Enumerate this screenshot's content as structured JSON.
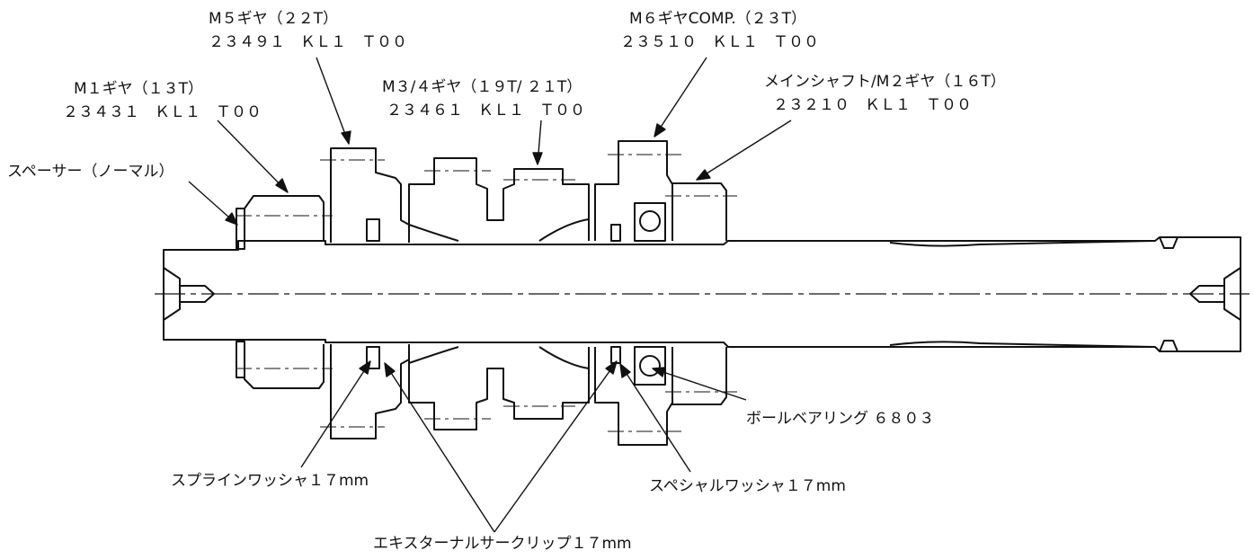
{
  "colors": {
    "line": "#111111",
    "background": "#ffffff"
  },
  "labels": {
    "m5_gear_name": "M５ギヤ（２２T）",
    "m5_gear_part": "２３４９１　ＫＬ１　Ｔ００",
    "m6_gear_name": "M６ギヤCOMP.（２３T）",
    "m6_gear_part": "２３５１０　ＫＬ１　Ｔ００",
    "m1_gear_name": "M１ギヤ（１３T）",
    "m1_gear_part": "２３４３１　ＫＬ１　Ｔ００",
    "m34_gear_name": "M３/４ギヤ（１９T/ ２１T）",
    "m34_gear_part": "２３４６１　ＫＬ１　Ｔ００",
    "mainshaft_name": "メインシャフト/M２ギヤ（１６T）",
    "mainshaft_part": "２３２１０　ＫＬ１　Ｔ００",
    "spacer": "スペーサー（ノーマル）",
    "ball_bearing": "ボールベアリング ６８０３",
    "spline_washer": "スプラインワッシャ１７mm",
    "special_washer": "スペシャルワッシャ１７mm",
    "external_circlip": "エキスターナルサークリップ１７mm"
  }
}
